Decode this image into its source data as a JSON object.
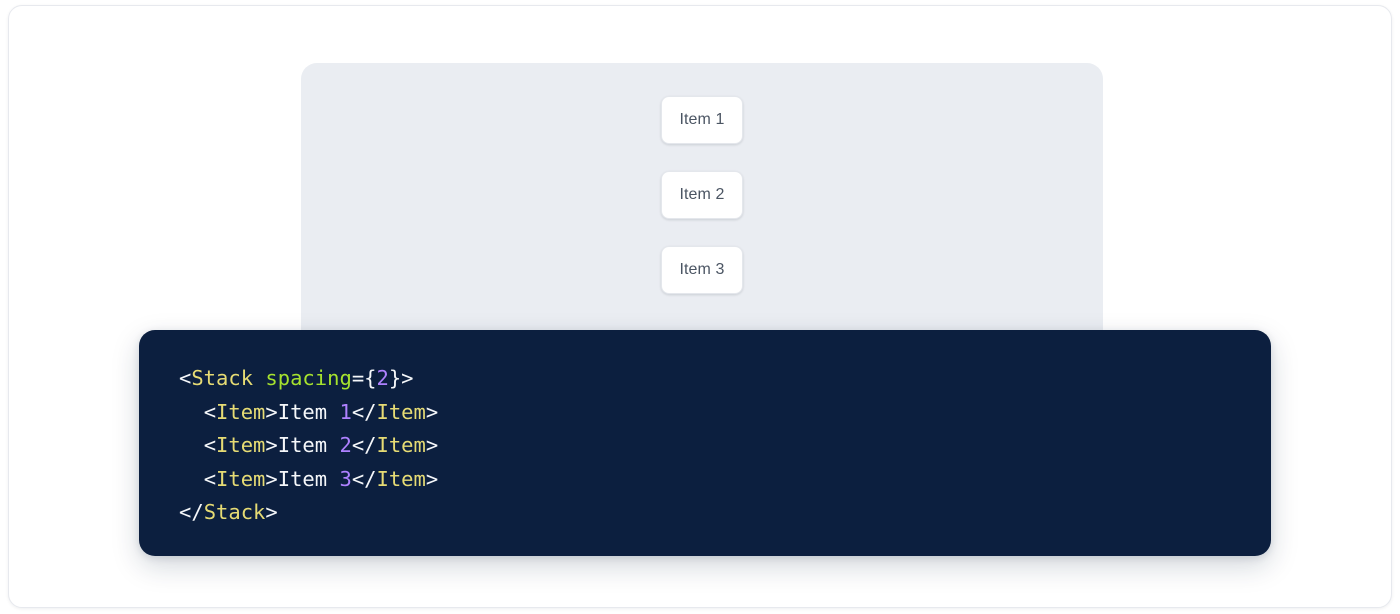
{
  "colors": {
    "page_background": "#ffffff",
    "frame_border": "#e7e9ee",
    "preview_panel_background": "#eaedf2",
    "item_card_background": "#ffffff",
    "item_card_border": "#e4e7ec",
    "item_card_text": "#4b5563",
    "code_background": "#0c1f3f",
    "code_default_text": "#f5f7fa",
    "code_tag": "#e6db74",
    "code_attribute": "#a6e22e",
    "code_number": "#ae81ff"
  },
  "preview": {
    "name": "stack-preview",
    "items": [
      {
        "label": "Item 1"
      },
      {
        "label": "Item 2"
      },
      {
        "label": "Item 3"
      }
    ]
  },
  "code": {
    "language": "jsx",
    "lines": [
      {
        "indent": "",
        "tokens": [
          {
            "text": "<",
            "type": "punct"
          },
          {
            "text": "Stack",
            "type": "tag"
          },
          {
            "text": " ",
            "type": "punct"
          },
          {
            "text": "spacing",
            "type": "attr"
          },
          {
            "text": "={",
            "type": "punct"
          },
          {
            "text": "2",
            "type": "num"
          },
          {
            "text": "}>",
            "type": "punct"
          }
        ]
      },
      {
        "indent": "  ",
        "tokens": [
          {
            "text": "<",
            "type": "punct"
          },
          {
            "text": "Item",
            "type": "tag"
          },
          {
            "text": ">",
            "type": "punct"
          },
          {
            "text": "Item ",
            "type": "text"
          },
          {
            "text": "1",
            "type": "num"
          },
          {
            "text": "</",
            "type": "punct"
          },
          {
            "text": "Item",
            "type": "tag"
          },
          {
            "text": ">",
            "type": "punct"
          }
        ]
      },
      {
        "indent": "  ",
        "tokens": [
          {
            "text": "<",
            "type": "punct"
          },
          {
            "text": "Item",
            "type": "tag"
          },
          {
            "text": ">",
            "type": "punct"
          },
          {
            "text": "Item ",
            "type": "text"
          },
          {
            "text": "2",
            "type": "num"
          },
          {
            "text": "</",
            "type": "punct"
          },
          {
            "text": "Item",
            "type": "tag"
          },
          {
            "text": ">",
            "type": "punct"
          }
        ]
      },
      {
        "indent": "  ",
        "tokens": [
          {
            "text": "<",
            "type": "punct"
          },
          {
            "text": "Item",
            "type": "tag"
          },
          {
            "text": ">",
            "type": "punct"
          },
          {
            "text": "Item ",
            "type": "text"
          },
          {
            "text": "3",
            "type": "num"
          },
          {
            "text": "</",
            "type": "punct"
          },
          {
            "text": "Item",
            "type": "tag"
          },
          {
            "text": ">",
            "type": "punct"
          }
        ]
      },
      {
        "indent": "",
        "tokens": [
          {
            "text": "</",
            "type": "punct"
          },
          {
            "text": "Stack",
            "type": "tag"
          },
          {
            "text": ">",
            "type": "punct"
          }
        ]
      }
    ]
  }
}
